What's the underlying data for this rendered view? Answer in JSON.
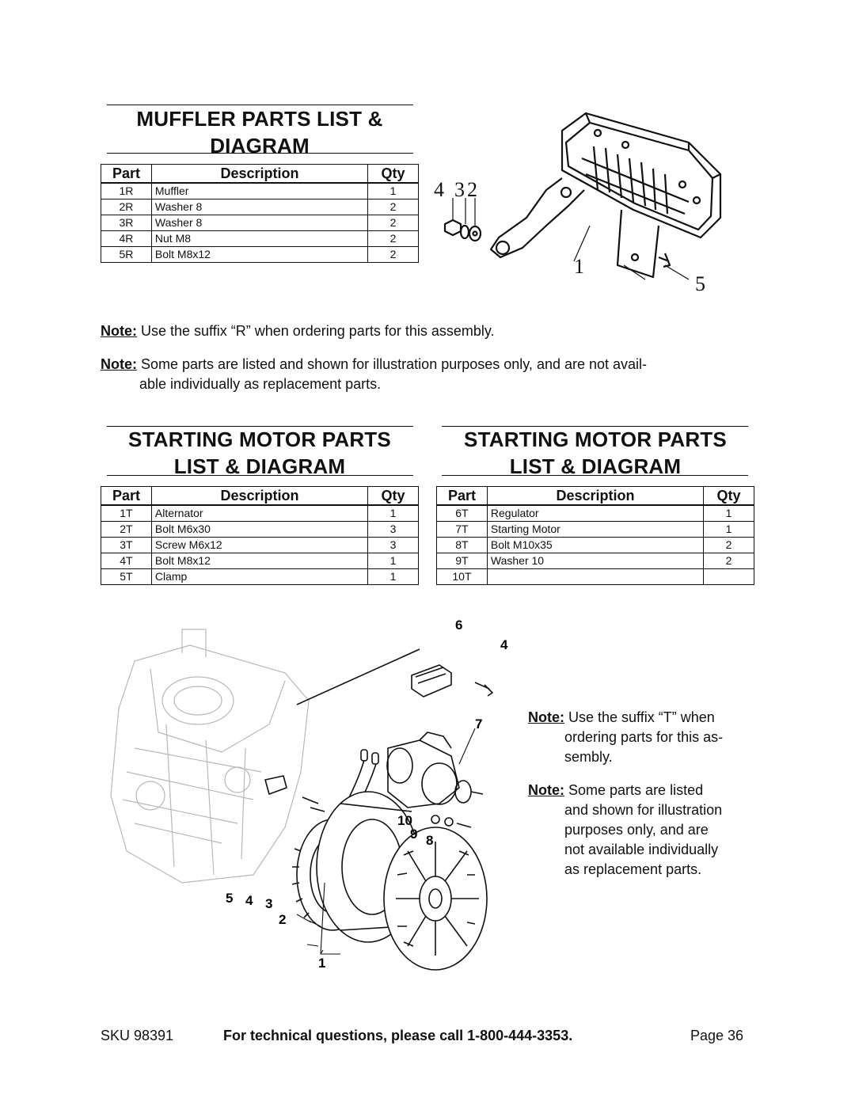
{
  "muffler": {
    "title_line1": "MUFFLER PARTS LIST &",
    "title_line2": "DIAGRAM",
    "headers": {
      "part": "Part",
      "description": "Description",
      "qty": "Qty"
    },
    "rows": [
      {
        "part": "1R",
        "description": "Muffler",
        "qty": "1"
      },
      {
        "part": "2R",
        "description": "Washer 8",
        "qty": "2"
      },
      {
        "part": "3R",
        "description": "Washer 8",
        "qty": "2"
      },
      {
        "part": "4R",
        "description": "Nut M8",
        "qty": "2"
      },
      {
        "part": "5R",
        "description": "Bolt M8x12",
        "qty": "2"
      }
    ],
    "diagram_callouts": {
      "c4": "4",
      "c3": "3",
      "c2": "2",
      "c1": "1",
      "c5": "5"
    }
  },
  "notes_top": [
    {
      "label": "Note:",
      "text": "Use the suffix “R” when ordering parts for this assembly."
    },
    {
      "label": "Note:",
      "text_line1": "Some parts are listed and shown for illustration purposes only, and are not avail-",
      "text_line2": "able individually as replacement parts."
    }
  ],
  "starting_left": {
    "title_line1": "STARTING MOTOR PARTS",
    "title_line2": "LIST & DIAGRAM",
    "headers": {
      "part": "Part",
      "description": "Description",
      "qty": "Qty"
    },
    "rows": [
      {
        "part": "1T",
        "description": "Alternator",
        "qty": "1"
      },
      {
        "part": "2T",
        "description": "Bolt M6x30",
        "qty": "3"
      },
      {
        "part": "3T",
        "description": "Screw M6x12",
        "qty": "3"
      },
      {
        "part": "4T",
        "description": "Bolt M8x12",
        "qty": "1"
      },
      {
        "part": "5T",
        "description": "Clamp",
        "qty": "1"
      }
    ]
  },
  "starting_right": {
    "title_line1": "STARTING MOTOR PARTS",
    "title_line2": "LIST & DIAGRAM",
    "headers": {
      "part": "Part",
      "description": "Description",
      "qty": "Qty"
    },
    "rows": [
      {
        "part": "6T",
        "description": "Regulator",
        "qty": "1"
      },
      {
        "part": "7T",
        "description": "Starting Motor",
        "qty": "1"
      },
      {
        "part": "8T",
        "description": "Bolt M10x35",
        "qty": "2"
      },
      {
        "part": "9T",
        "description": "Washer 10",
        "qty": "2"
      },
      {
        "part": "10T",
        "description": "",
        "qty": ""
      }
    ]
  },
  "motor_diagram_callouts": {
    "c6": "6",
    "c4a": "4",
    "c7": "7",
    "c10": "10",
    "c9": "9",
    "c8": "8",
    "c5": "5",
    "c4b": "4",
    "c3": "3",
    "c2": "2",
    "c1": "1"
  },
  "notes_side": [
    {
      "label": "Note:",
      "lines": [
        "Use the suffix “T” when",
        "ordering parts for this as-",
        "sembly."
      ]
    },
    {
      "label": "Note:",
      "lines": [
        "Some parts are listed",
        "and shown for illustration",
        "purposes only, and are",
        "not available individually",
        "as replacement parts."
      ]
    }
  ],
  "footer": {
    "sku": "SKU 98391",
    "tech": "For technical questions, please call 1-800-444-3353.",
    "page": "Page 36"
  }
}
